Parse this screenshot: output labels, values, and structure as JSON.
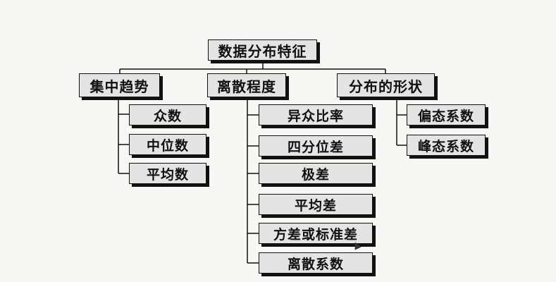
{
  "diagram": {
    "root": "数据分布特征",
    "branches": [
      {
        "label": "集中趋势",
        "children": [
          "众数",
          "中位数",
          "平均数"
        ]
      },
      {
        "label": "离散程度",
        "children": [
          "异众比率",
          "四分位差",
          "极差",
          "平均差",
          "方差或标准差",
          "离散系数"
        ]
      },
      {
        "label": "分布的形状",
        "children": [
          "偏态系数",
          "峰态系数"
        ]
      }
    ]
  },
  "colors": {
    "node_fill": "#e4e4e4",
    "border": "#111111",
    "background": "#f7f7f5"
  }
}
